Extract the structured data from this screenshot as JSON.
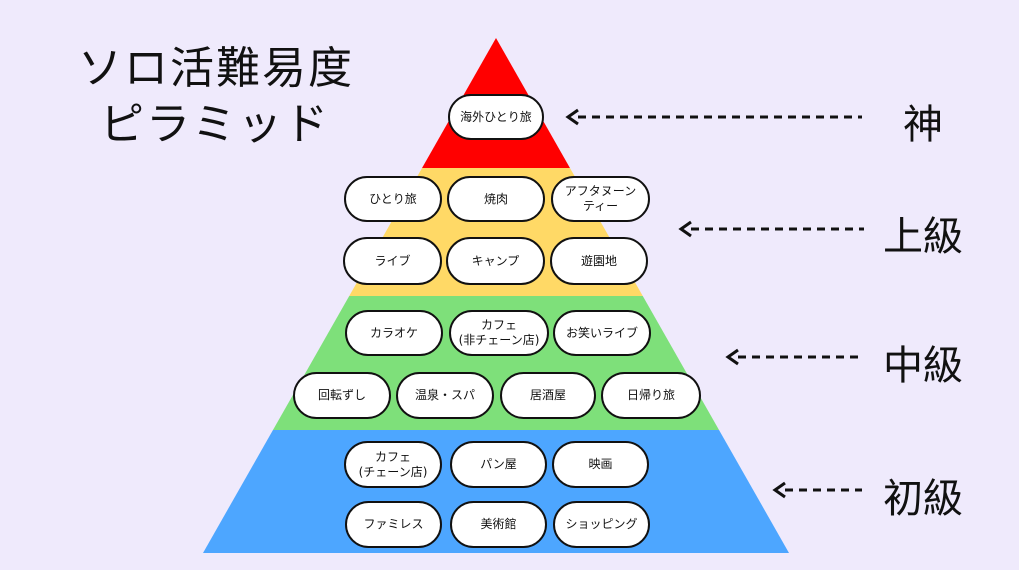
{
  "title": {
    "line1": "ソロ活難易度",
    "line2": "ピラミッド"
  },
  "colors": {
    "background": "#efeafc",
    "god": "#ff0000",
    "advanced": "#ffd966",
    "intermediate": "#7ee07a",
    "beginner": "#4da6ff"
  },
  "levels": [
    {
      "key": "god",
      "label": "神",
      "rows": [
        [
          "海外ひとり旅"
        ]
      ]
    },
    {
      "key": "advanced",
      "label": "上級",
      "rows": [
        [
          "ひとり旅",
          "焼肉",
          "アフタヌーン\nティー"
        ],
        [
          "ライブ",
          "キャンプ",
          "遊園地"
        ]
      ]
    },
    {
      "key": "intermediate",
      "label": "中級",
      "rows": [
        [
          "カラオケ",
          "カフェ\n(非チェーン店)",
          "お笑いライブ"
        ],
        [
          "回転ずし",
          "温泉・スパ",
          "居酒屋",
          "日帰り旅"
        ]
      ]
    },
    {
      "key": "beginner",
      "label": "初級",
      "rows": [
        [
          "カフェ\n(チェーン店)",
          "パン屋",
          "映画"
        ],
        [
          "ファミレス",
          "美術館",
          "ショッピング"
        ]
      ]
    }
  ]
}
